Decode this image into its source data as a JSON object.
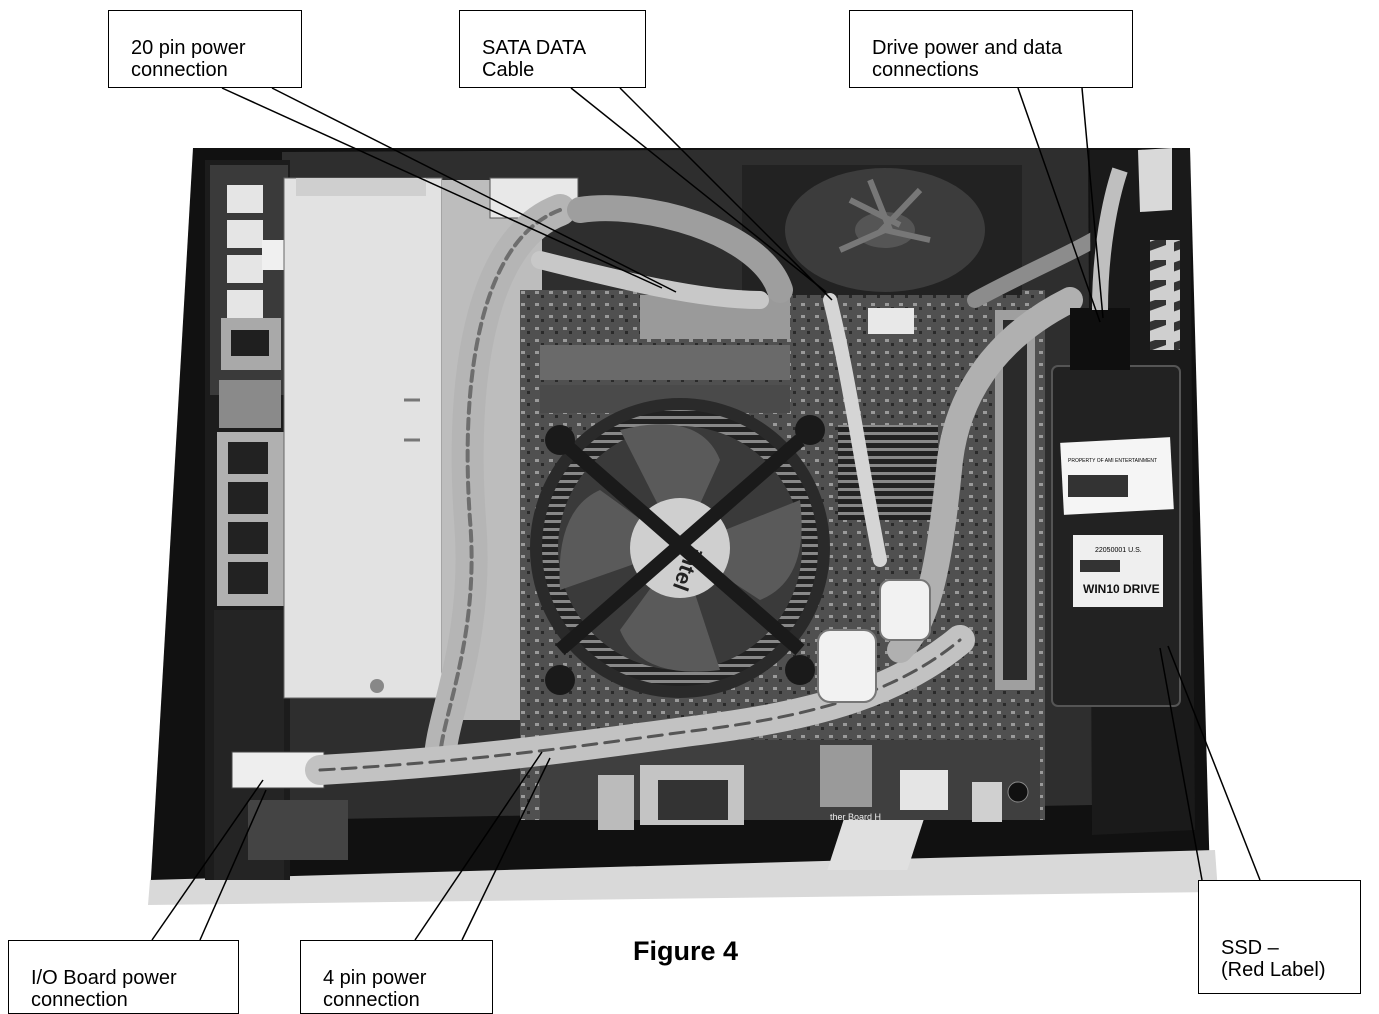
{
  "figure_title": "Figure 4",
  "callouts": {
    "power_20pin": "20 pin power\nconnection",
    "sata_cable": "SATA DATA\nCable",
    "drive_power_data": "Drive power and data\nconnections",
    "io_board_power": "I/O Board power\nconnection",
    "power_4pin": "4 pin power\nconnection",
    "ssd": "SSD –\n(Red Label)"
  },
  "photo_labels": {
    "ssd_property": "PROPERTY OF AMI ENTERTAINMENT",
    "ssd_drive_name": "WIN10 DRIVE",
    "ssd_serial": "22050001 U.S.",
    "cpu_fan_brand": "intel",
    "board_text": "ther Board H"
  },
  "colors": {
    "ink": "#000000",
    "case": "#1a1a1a",
    "board": "#3a3a3a"
  }
}
